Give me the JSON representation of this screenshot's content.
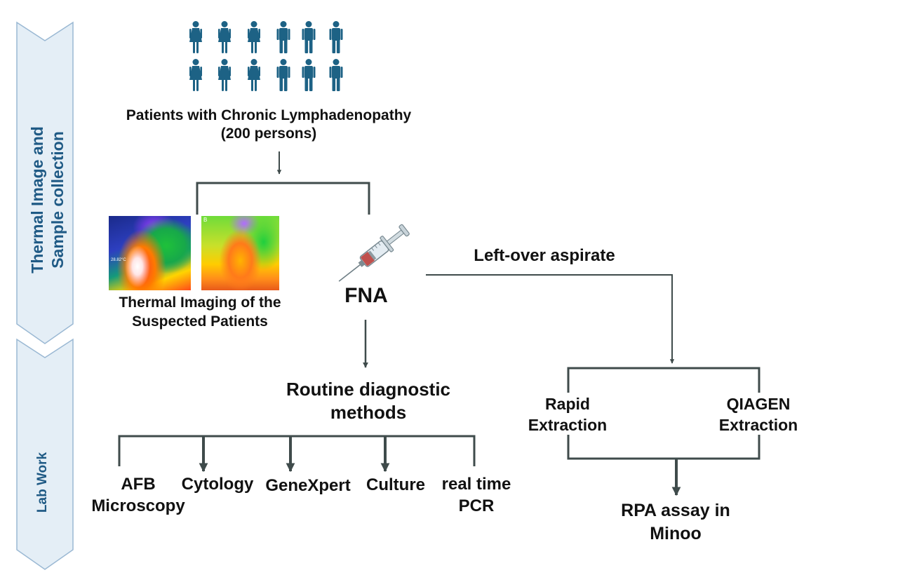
{
  "colors": {
    "line": "#3f4b4b",
    "person": "#1d6285",
    "side_fill": "#e4eef6",
    "side_stroke": "#9ab8d3",
    "side_text": "#1f5a85",
    "label_text": "#111111"
  },
  "icons": {
    "female_person": "female-person-icon",
    "male_person": "male-person-icon",
    "syringe": "syringe-icon",
    "thermal_image": "thermal-image"
  },
  "stages": {
    "stage1": "Thermal Image and\nSample collection",
    "stage2": "Lab Work"
  },
  "patients": {
    "label": "Patients with Chronic Lymphadenopathy\n(200 persons)",
    "rows": [
      [
        "female",
        "female",
        "female",
        "male",
        "male",
        "male"
      ],
      [
        "female",
        "female",
        "female",
        "male",
        "male",
        "male"
      ]
    ]
  },
  "thermal": {
    "label": "Thermal Imaging of the\nSuspected Patients",
    "image_a_temp": "28.82°C",
    "image_b_tag": "B"
  },
  "fna": {
    "label": "FNA"
  },
  "leftover": {
    "label": "Left-over aspirate"
  },
  "routine": {
    "label": "Routine diagnostic\nmethods"
  },
  "methods": [
    {
      "label": "AFB\nMicroscopy"
    },
    {
      "label": "Cytology"
    },
    {
      "label": "GeneXpert"
    },
    {
      "label": "Culture"
    },
    {
      "label": "real time\nPCR"
    }
  ],
  "extraction": {
    "rapid": "Rapid\nExtraction",
    "qiagen": "QIAGEN\nExtraction"
  },
  "rpa": {
    "label": "RPA assay in\nMinoo"
  }
}
